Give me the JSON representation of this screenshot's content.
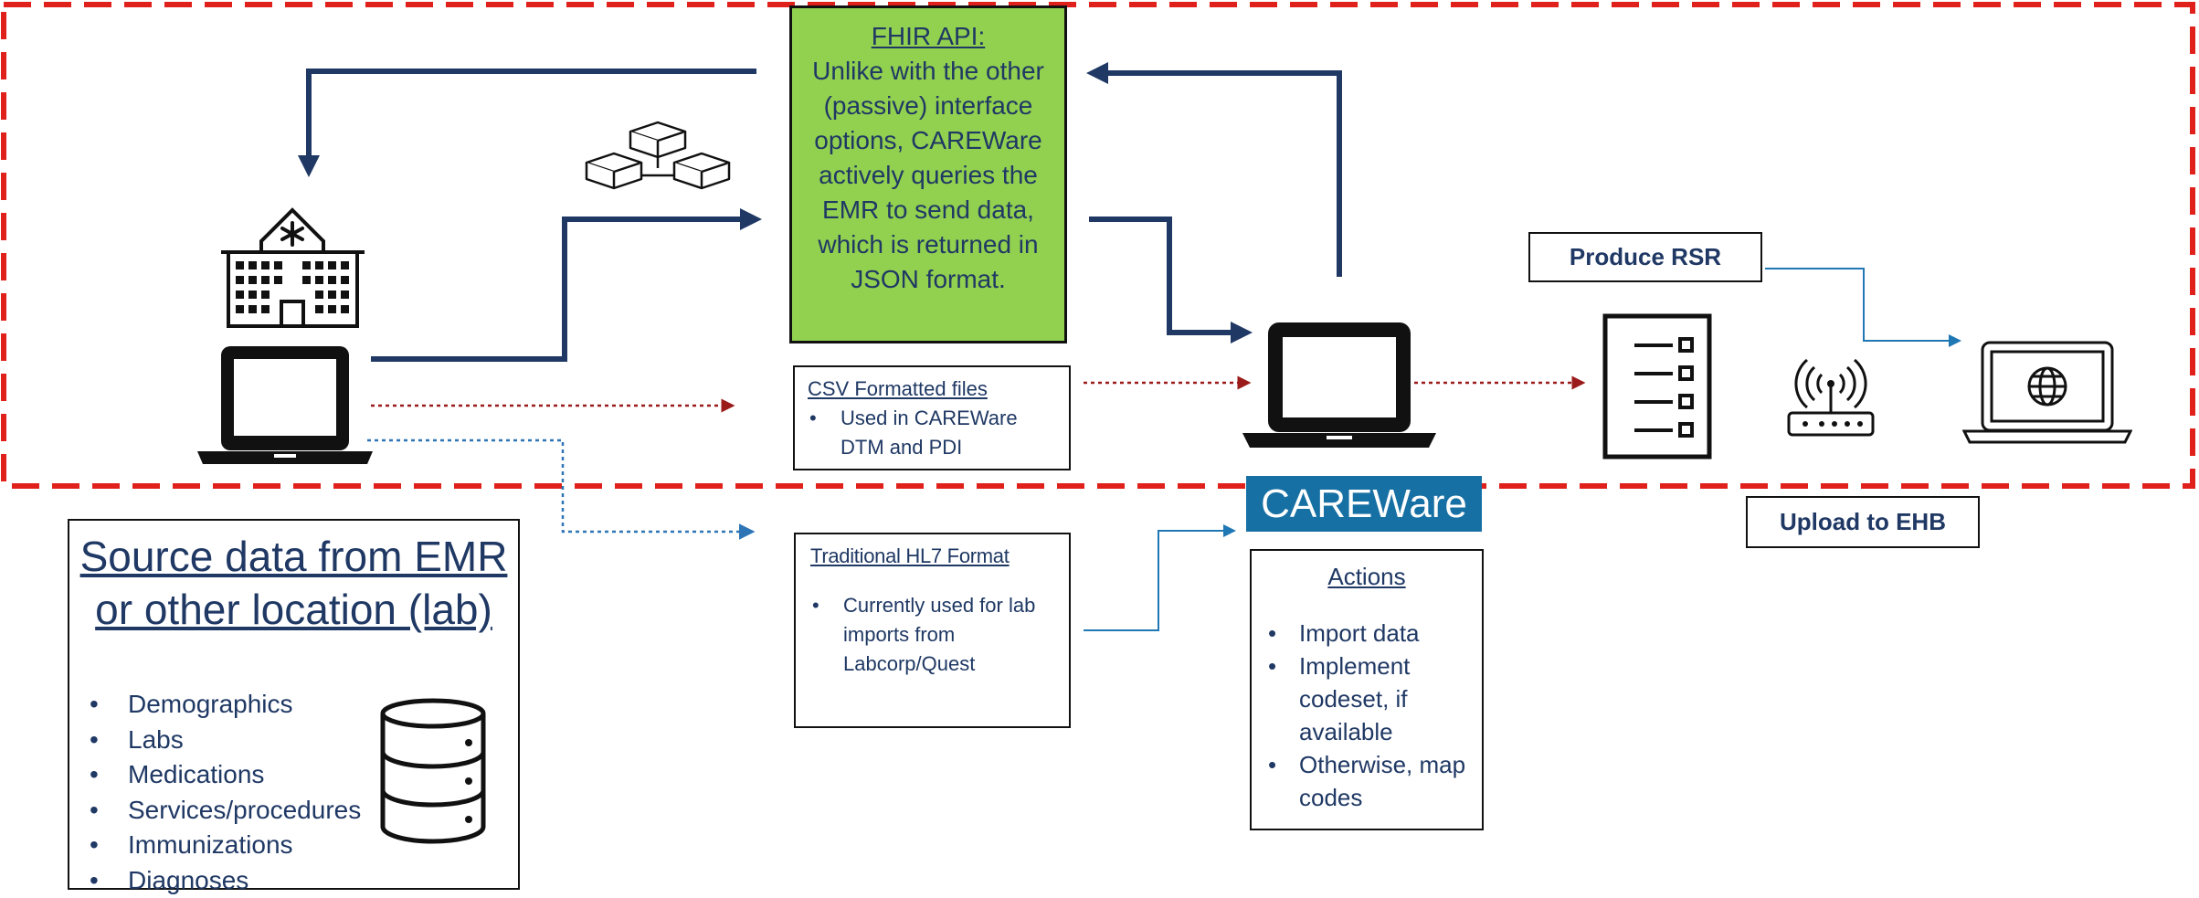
{
  "fhir": {
    "title": "FHIR API:",
    "body": "Unlike with the other (passive) interface options, CAREWare actively queries the EMR to send data, which is returned in JSON format."
  },
  "csv": {
    "title": "CSV Formatted files",
    "items": [
      "Used in CAREWare DTM and PDI"
    ]
  },
  "hl7": {
    "title": "Traditional HL7 Format",
    "items": [
      "Currently used for lab imports from Labcorp/Quest"
    ]
  },
  "careware": {
    "label": "CAREWare"
  },
  "actions": {
    "title": "Actions",
    "items": [
      "Import data",
      "Implement codeset, if available",
      "Otherwise, map codes"
    ]
  },
  "produce_rsr": {
    "label": "Produce RSR"
  },
  "upload_ehb": {
    "label": "Upload to EHB"
  },
  "source": {
    "title": "Source data from EMR or other location (lab)",
    "items": [
      "Demographics",
      "Labs",
      "Medications",
      "Services/procedures",
      "Immunizations",
      "Diagnoses"
    ]
  },
  "colors": {
    "navy": "#1f3864",
    "fhir_green": "#92d050",
    "dashed_red": "#e0201b",
    "dotted_red": "#9b1b1b",
    "dotted_blue": "#2e75b6",
    "careware_blue": "#1770a3",
    "line_blue": "#1f77b4"
  },
  "icons": [
    "hospital-icon",
    "emr-laptop-icon",
    "blocks-icon",
    "careware-laptop-icon",
    "report-checklist-icon",
    "router-icon",
    "web-laptop-icon",
    "database-icon"
  ]
}
